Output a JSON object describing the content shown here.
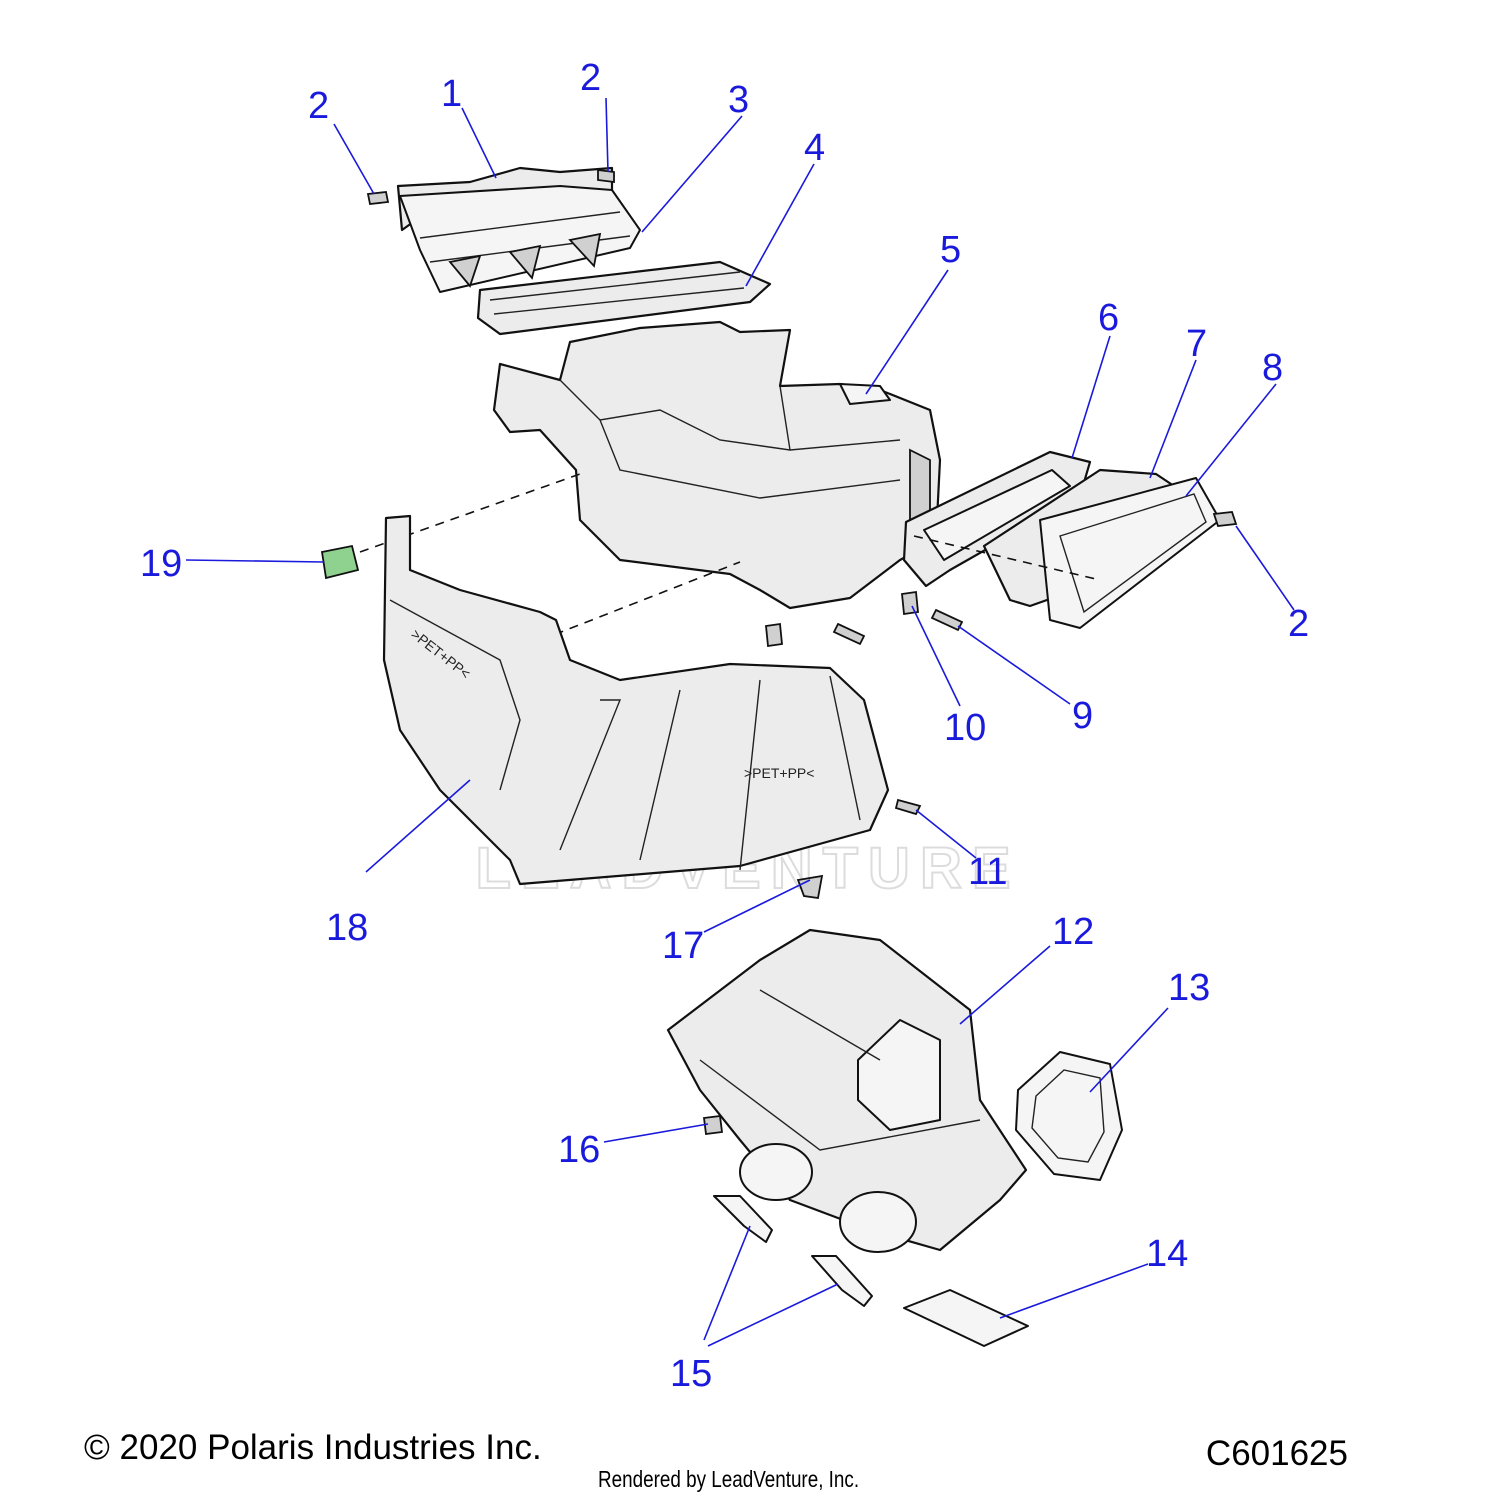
{
  "callouts": [
    {
      "number": "1"
    },
    {
      "number": "2"
    },
    {
      "number": "2"
    },
    {
      "number": "3"
    },
    {
      "number": "4"
    },
    {
      "number": "5"
    },
    {
      "number": "6"
    },
    {
      "number": "7"
    },
    {
      "number": "8"
    },
    {
      "number": "2"
    },
    {
      "number": "19"
    },
    {
      "number": "10"
    },
    {
      "number": "9"
    },
    {
      "number": "18"
    },
    {
      "number": "11"
    },
    {
      "number": "17"
    },
    {
      "number": "12"
    },
    {
      "number": "13"
    },
    {
      "number": "16"
    },
    {
      "number": "14"
    },
    {
      "number": "15"
    }
  ],
  "watermark": "LEADVENTURE",
  "part_markings": [
    ">PET+PP<",
    ">PET+PP<"
  ],
  "footer": {
    "copyright": "© 2020 Polaris Industries Inc.",
    "diagram_code": "C601625",
    "rendered_by": "Rendered by LeadVenture, Inc."
  },
  "colors": {
    "callout": "#1a1adc",
    "line_art": "#111111",
    "part_fill": "#ececec",
    "highlight": "#8fd18f"
  }
}
